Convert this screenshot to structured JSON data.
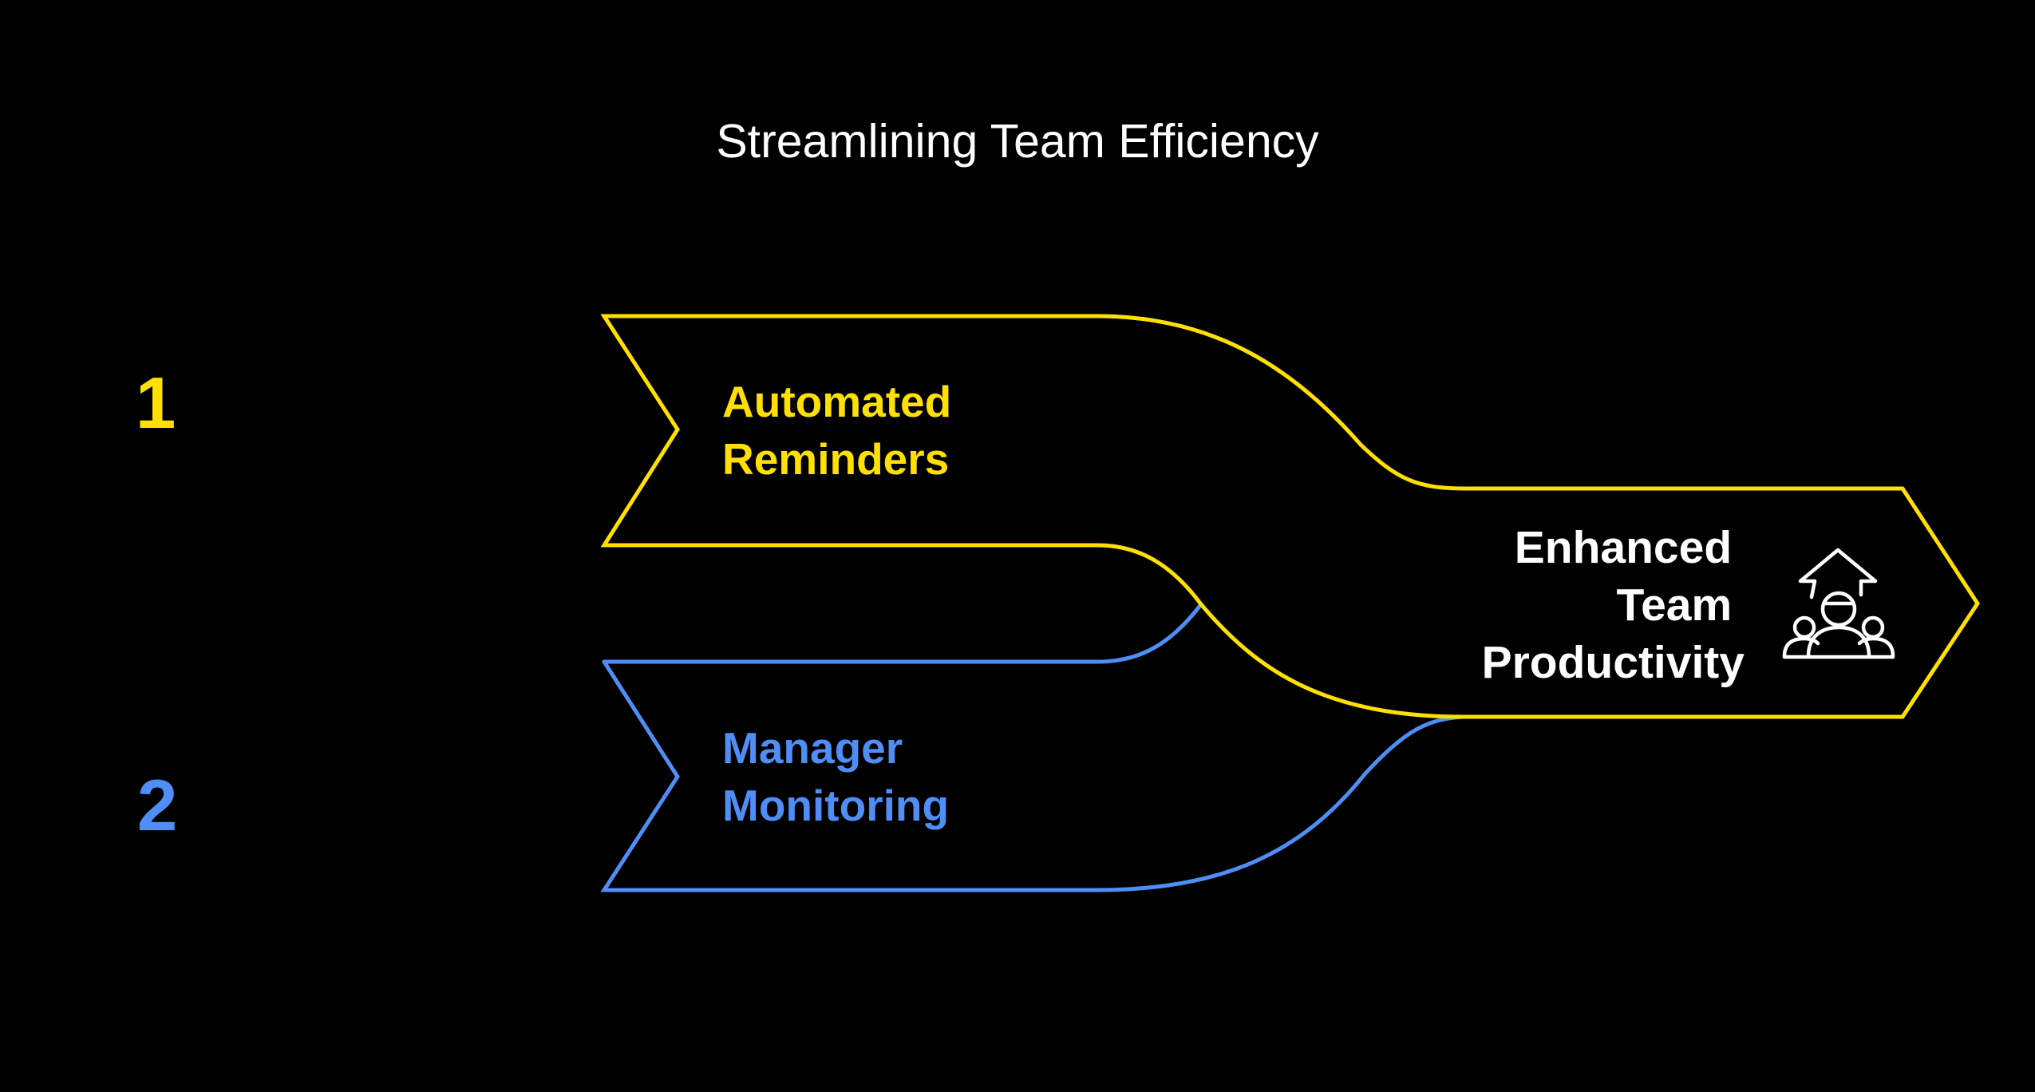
{
  "title": "Streamlining Team Efficiency",
  "colors": {
    "background": "#000000",
    "step1": "#FFE000",
    "step2": "#4F8EF7",
    "outcome_text": "#FFFFFF",
    "title_text": "#FFFFFF"
  },
  "steps": [
    {
      "number": "1",
      "label_lines": [
        "Automated",
        "Reminders"
      ]
    },
    {
      "number": "2",
      "label_lines": [
        "Manager",
        "Monitoring"
      ]
    }
  ],
  "outcome": {
    "label_lines": [
      "Enhanced",
      "Team",
      "Productivity"
    ],
    "icon": "team-productivity-icon"
  }
}
